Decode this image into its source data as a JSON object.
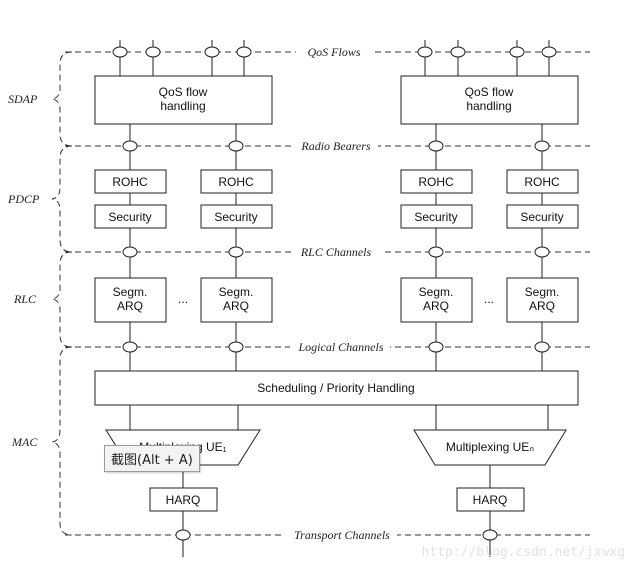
{
  "layers": {
    "sdap": "SDAP",
    "pdcp": "PDCP",
    "rlc": "RLC",
    "mac": "MAC"
  },
  "channels": {
    "qos_flows": "QoS Flows",
    "radio_bearers": "Radio Bearers",
    "rlc_channels": "RLC Channels",
    "logical_channels": "Logical Channels",
    "transport_channels": "Transport Channels"
  },
  "blocks": {
    "qos_line1": "QoS flow",
    "qos_line2": "handling",
    "rohc": "ROHC",
    "security": "Security",
    "segm": "Segm.",
    "arq": "ARQ",
    "ellipsis": "...",
    "scheduling": "Scheduling / Priority Handling",
    "mux_left": "Multiplexing UE₁",
    "mux_right": "Multiplexing UEₙ",
    "harq": "HARQ"
  },
  "tooltip": "截图(Alt + A)",
  "watermark": "http://blog.csdn.net/jxwxg"
}
